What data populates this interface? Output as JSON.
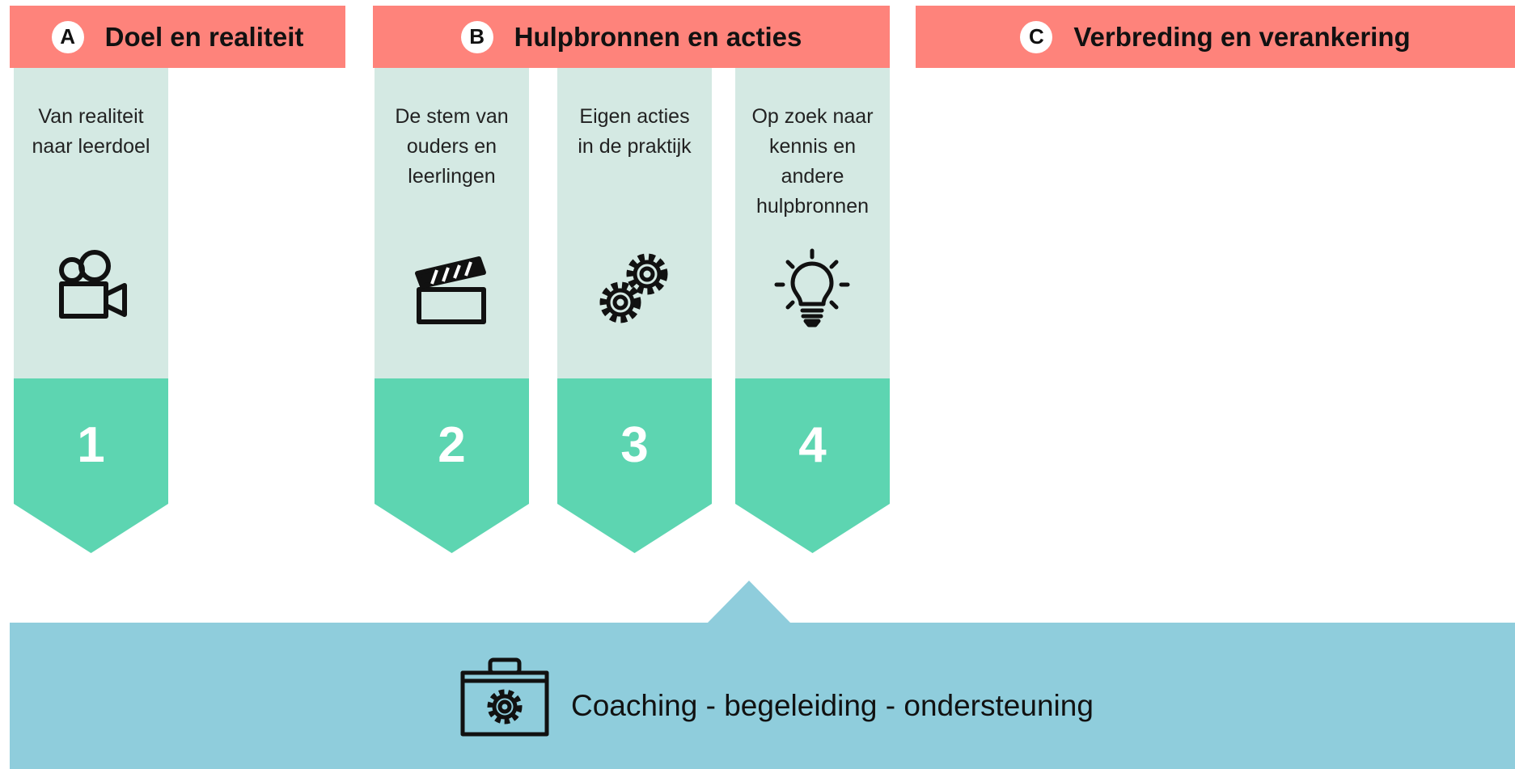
{
  "phases": [
    {
      "letter": "A",
      "title": "Doel en realiteit"
    },
    {
      "letter": "B",
      "title": "Hulpbronnen en acties"
    },
    {
      "letter": "C",
      "title": "Verbreding en verankering"
    }
  ],
  "steps": [
    {
      "number": "1",
      "lines": [
        "Van realiteit",
        "naar leerdoel"
      ],
      "icon": "video-camera-icon"
    },
    {
      "number": "2",
      "lines": [
        "De stem van",
        "ouders en",
        "leerlingen"
      ],
      "icon": "clapperboard-icon"
    },
    {
      "number": "3",
      "lines": [
        "Eigen acties",
        "in de praktijk"
      ],
      "icon": "gears-icon"
    },
    {
      "number": "4",
      "lines": [
        "Op zoek naar",
        "kennis en",
        "andere",
        "hulpbronnen"
      ],
      "icon": "lightbulb-icon"
    }
  ],
  "support": {
    "label": "Coaching - begeleiding - ondersteuning",
    "icon": "toolbox-gear-icon"
  },
  "colors": {
    "phase_header": "#fe837b",
    "step_top": "#d4e9e3",
    "step_bottom": "#5dd5b1",
    "support": "#8fcddc"
  }
}
